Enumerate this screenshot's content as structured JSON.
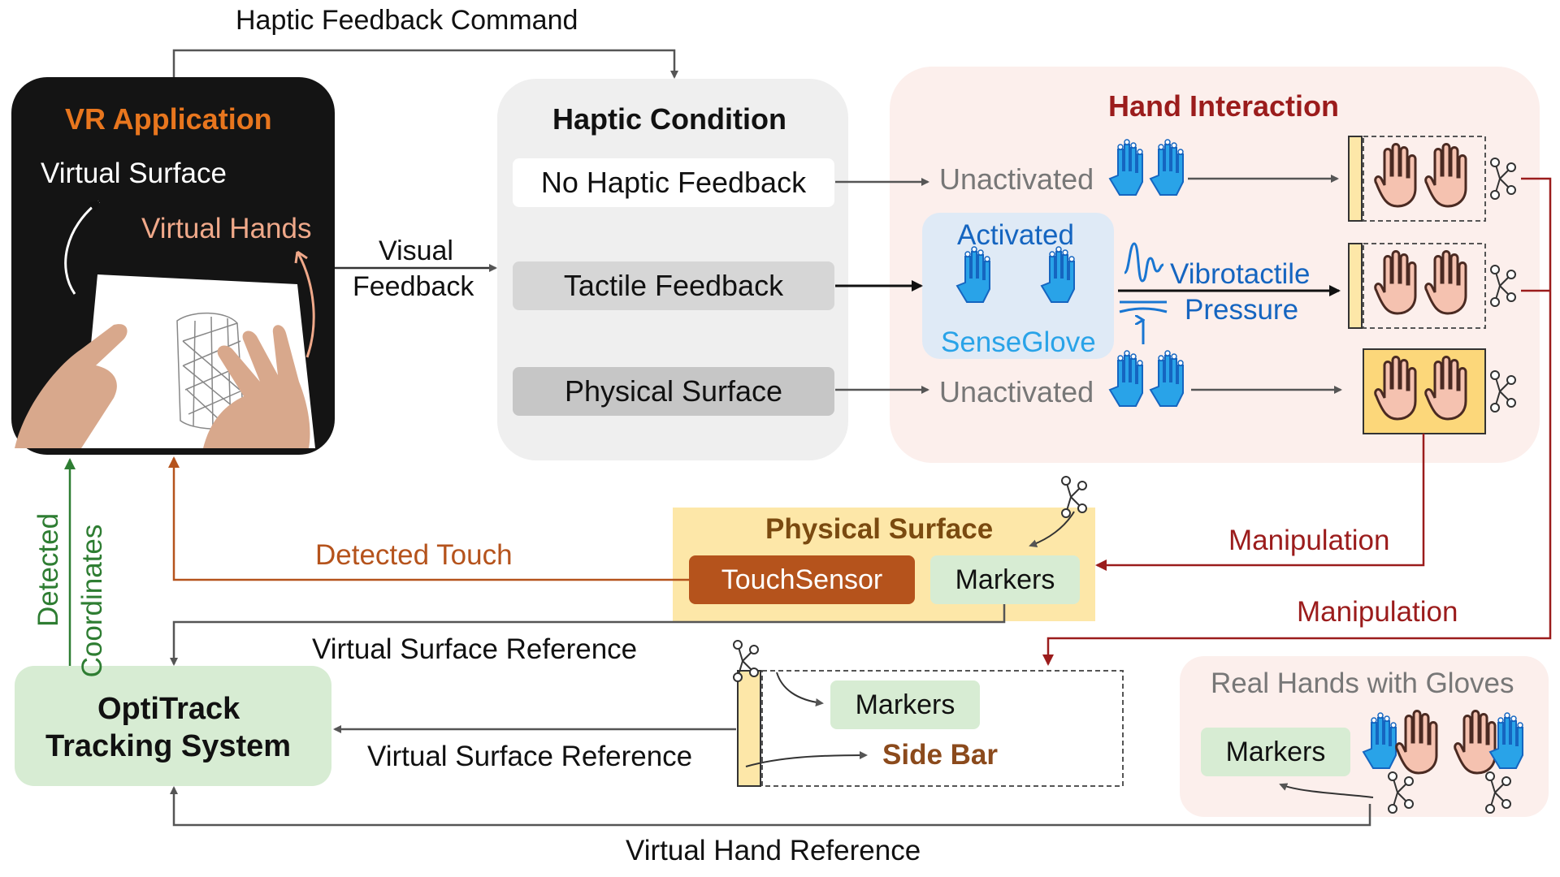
{
  "top_command": "Haptic Feedback Command",
  "vr_app": {
    "title": "VR Application",
    "virtual_surface": "Virtual Surface",
    "virtual_hands": "Virtual Hands"
  },
  "visual_feedback": [
    "Visual",
    "Feedback"
  ],
  "haptic_condition": {
    "title": "Haptic Condition",
    "options": [
      "No Haptic Feedback",
      "Tactile Feedback",
      "Physical Surface"
    ]
  },
  "hand_interaction": {
    "title": "Hand Interaction",
    "unactivated_1": "Unactivated",
    "activated": "Activated",
    "senseglove": "SenseGlove",
    "vibrotactile": "Vibrotactile",
    "pressure": "Pressure",
    "unactivated_2": "Unactivated"
  },
  "physical_surface": {
    "title": "Physical Surface",
    "touch_sensor": "TouchSensor",
    "markers": "Markers"
  },
  "detected_touch": "Detected Touch",
  "detected_coordinates": [
    "Detected",
    "Coordinates"
  ],
  "manipulation_1": "Manipulation",
  "manipulation_2": "Manipulation",
  "virtual_surface_reference_1": "Virtual Surface Reference",
  "virtual_surface_reference_2": "Virtual Surface Reference",
  "optitrack": [
    "OptiTrack",
    "Tracking System"
  ],
  "side_bar_group": {
    "markers": "Markers",
    "side_bar": "Side Bar"
  },
  "real_hands": {
    "title": "Real Hands with Gloves",
    "markers": "Markers"
  },
  "virtual_hand_reference": "Virtual Hand Reference",
  "colors": {
    "orange": "#e8761e",
    "dark_red": "#9b1c1c",
    "green": "#2e7d32",
    "brown": "#b5531c",
    "blue": "#1976d2",
    "light_blue": "#29a3e8",
    "hand_pink": "#f5c2b0",
    "hand_outline": "#4a2a22"
  }
}
